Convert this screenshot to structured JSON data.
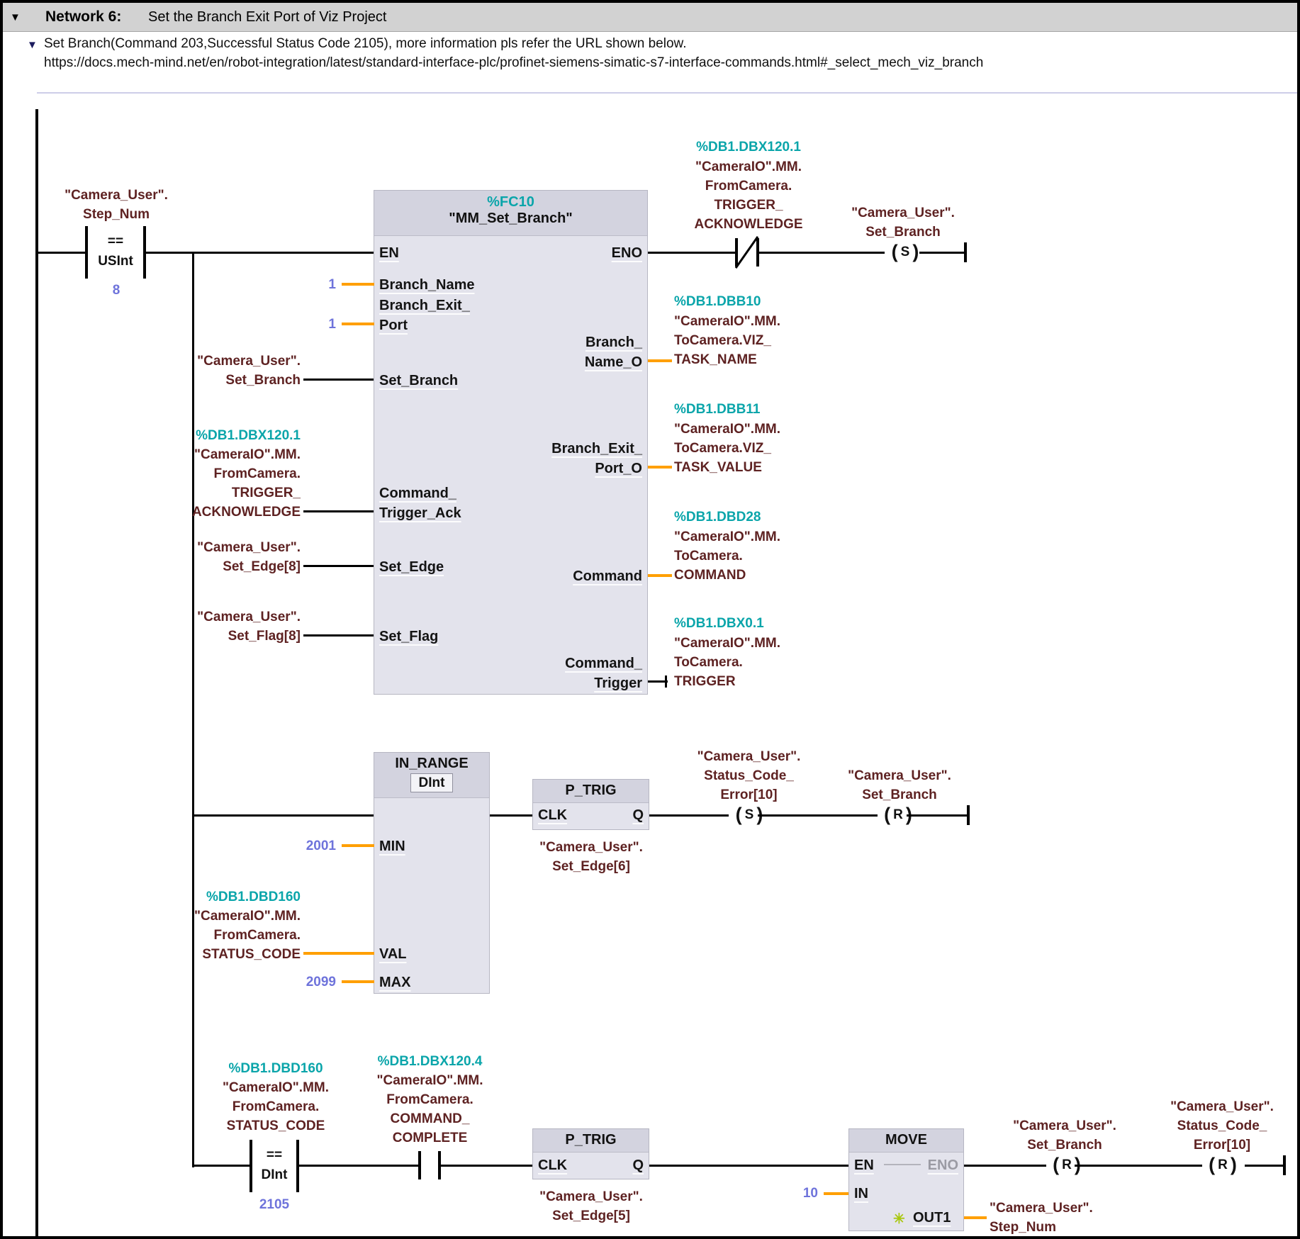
{
  "header": {
    "collapse_icon": "▼",
    "label": "Network 6:",
    "title": "Set the Branch Exit Port of Viz Project"
  },
  "comment": {
    "collapse_icon": "▼",
    "text": "Set Branch(Command 203,Successful Status Code 2105), more information pls refer the URL shown below.\nhttps://docs.mech-mind.net/en/robot-integration/latest/standard-interface-plc/profinet-siemens-simatic-s7-interface-commands.html#_select_mech_viz_branch"
  },
  "colors": {
    "address_teal": "#0aa5aa",
    "operand_maroon": "#5e2222",
    "constant_blue": "#6e73db",
    "wire_orange": "#ff9f00"
  },
  "rung1": {
    "step_contact": {
      "tag": "\"Camera_User\".\nStep_Num",
      "op": "==",
      "type": "USInt",
      "value": "8"
    },
    "fc_block": {
      "address": "%FC10",
      "name": "\"MM_Set_Branch\"",
      "inputs": {
        "en": "EN",
        "branch_name": "Branch_Name",
        "branch_exit_port": "Branch_Exit_\nPort",
        "set_branch": "Set_Branch",
        "command_trigger_ack": "Command_\nTrigger_Ack",
        "set_edge": "Set_Edge",
        "set_flag": "Set_Flag"
      },
      "outputs": {
        "eno": "ENO",
        "branch_name_o": "Branch_\nName_O",
        "branch_exit_port_o": "Branch_Exit_\nPort_O",
        "command": "Command",
        "command_trigger": "Command_\nTrigger"
      }
    },
    "const_branch_name": "1",
    "const_branch_exit_port": "1",
    "in_set_branch": {
      "name": "\"Camera_User\".\nSet_Branch"
    },
    "in_trigger_ack": {
      "address": "%DB1.DBX120.1",
      "name": "\"CameraIO\".MM.\nFromCamera.\nTRIGGER_\nACKNOWLEDGE"
    },
    "in_set_edge": {
      "name": "\"Camera_User\".\nSet_Edge[8]"
    },
    "in_set_flag": {
      "name": "\"Camera_User\".\nSet_Flag[8]"
    },
    "out_task_name": {
      "address": "%DB1.DBB10",
      "name": "\"CameraIO\".MM.\nToCamera.VIZ_\nTASK_NAME"
    },
    "out_task_value": {
      "address": "%DB1.DBB11",
      "name": "\"CameraIO\".MM.\nToCamera.VIZ_\nTASK_VALUE"
    },
    "out_command": {
      "address": "%DB1.DBD28",
      "name": "\"CameraIO\".MM.\nToCamera.\nCOMMAND"
    },
    "out_trigger": {
      "address": "%DB1.DBX0.1",
      "name": "\"CameraIO\".MM.\nToCamera.\nTRIGGER"
    },
    "nc_contact": {
      "address": "%DB1.DBX120.1",
      "name": "\"CameraIO\".MM.\nFromCamera.\nTRIGGER_\nACKNOWLEDGE"
    },
    "set_coil": {
      "name": "\"Camera_User\".\nSet_Branch",
      "letter": "S"
    }
  },
  "rung2": {
    "in_range": {
      "title": "IN_RANGE",
      "type": "DInt",
      "min_label": "MIN",
      "val_label": "VAL",
      "max_label": "MAX",
      "min": "2001",
      "max": "2099"
    },
    "val_tag": {
      "address": "%DB1.DBD160",
      "name": "\"CameraIO\".MM.\nFromCamera.\nSTATUS_CODE"
    },
    "p_trig": {
      "title": "P_TRIG",
      "clk": "CLK",
      "q": "Q",
      "tag": "\"Camera_User\".\nSet_Edge[6]"
    },
    "set_coil": {
      "name": "\"Camera_User\".\nStatus_Code_\nError[10]",
      "letter": "S"
    },
    "reset_coil": {
      "name": "\"Camera_User\".\nSet_Branch",
      "letter": "R"
    }
  },
  "rung3": {
    "cmp_contact": {
      "address": "%DB1.DBD160",
      "name": "\"CameraIO\".MM.\nFromCamera.\nSTATUS_CODE",
      "op": "==",
      "type": "DInt",
      "value": "2105"
    },
    "no_contact": {
      "address": "%DB1.DBX120.4",
      "name": "\"CameraIO\".MM.\nFromCamera.\nCOMMAND_\nCOMPLETE"
    },
    "p_trig": {
      "title": "P_TRIG",
      "clk": "CLK",
      "q": "Q",
      "tag": "\"Camera_User\".\nSet_Edge[5]"
    },
    "move": {
      "title": "MOVE",
      "en": "EN",
      "eno": "ENO",
      "in_label": "IN",
      "out1": "OUT1",
      "in_value": "10",
      "star": "✳",
      "out_tag": "\"Camera_User\".\nStep_Num"
    },
    "reset_coil1": {
      "name": "\"Camera_User\".\nSet_Branch",
      "letter": "R"
    },
    "reset_coil2": {
      "name": "\"Camera_User\".\nStatus_Code_\nError[10]",
      "letter": "R"
    }
  }
}
